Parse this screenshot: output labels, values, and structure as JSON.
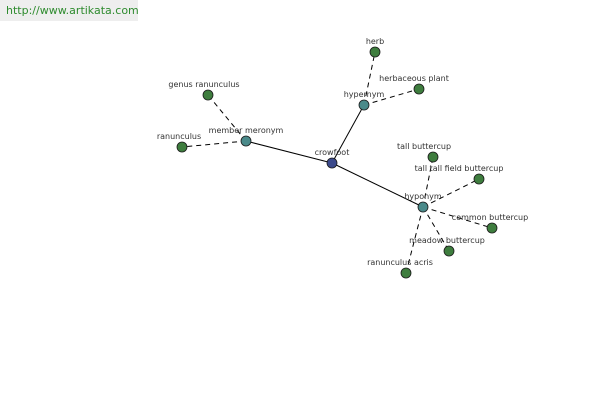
{
  "header": {
    "site_link": "http://www.artikata.com"
  },
  "colors": {
    "center_node": "#3c4a8c",
    "hub_node": "#4a8a8a",
    "leaf_node": "#3e7d3e",
    "link_text": "#2e8b2e"
  },
  "graph": {
    "center": {
      "id": "crowfoot",
      "label": "crowfoot",
      "type": "center"
    },
    "nodes": [
      {
        "id": "hypernym",
        "label": "hypernym",
        "type": "hub"
      },
      {
        "id": "hyponym",
        "label": "hyponym",
        "type": "hub"
      },
      {
        "id": "member-meronym",
        "label": "member meronym",
        "type": "hub"
      },
      {
        "id": "herb",
        "label": "herb",
        "type": "leaf"
      },
      {
        "id": "herbaceous-plant",
        "label": "herbaceous plant",
        "type": "leaf"
      },
      {
        "id": "genus-ranunculus",
        "label": "genus ranunculus",
        "type": "leaf"
      },
      {
        "id": "ranunculus",
        "label": "ranunculus",
        "type": "leaf"
      },
      {
        "id": "tall-buttercup",
        "label": "tall buttercup",
        "type": "leaf"
      },
      {
        "id": "tall-field-buttercup",
        "label": "tall tall field buttercup",
        "type": "leaf"
      },
      {
        "id": "common-buttercup",
        "label": "common buttercup",
        "type": "leaf"
      },
      {
        "id": "meadow-buttercup",
        "label": "meadow buttercup",
        "type": "leaf"
      },
      {
        "id": "ranunculus-acris",
        "label": "ranunculus acris",
        "type": "leaf"
      }
    ],
    "edges": [
      {
        "from": "crowfoot",
        "to": "hypernym",
        "style": "solid"
      },
      {
        "from": "crowfoot",
        "to": "hyponym",
        "style": "solid"
      },
      {
        "from": "crowfoot",
        "to": "member-meronym",
        "style": "solid"
      },
      {
        "from": "hypernym",
        "to": "herb",
        "style": "dashed"
      },
      {
        "from": "hypernym",
        "to": "herbaceous-plant",
        "style": "dashed"
      },
      {
        "from": "member-meronym",
        "to": "genus-ranunculus",
        "style": "dashed"
      },
      {
        "from": "member-meronym",
        "to": "ranunculus",
        "style": "dashed"
      },
      {
        "from": "hyponym",
        "to": "tall-buttercup",
        "style": "dashed"
      },
      {
        "from": "hyponym",
        "to": "tall-field-buttercup",
        "style": "dashed"
      },
      {
        "from": "hyponym",
        "to": "common-buttercup",
        "style": "dashed"
      },
      {
        "from": "hyponym",
        "to": "meadow-buttercup",
        "style": "dashed"
      },
      {
        "from": "hyponym",
        "to": "ranunculus-acris",
        "style": "dashed"
      }
    ]
  }
}
